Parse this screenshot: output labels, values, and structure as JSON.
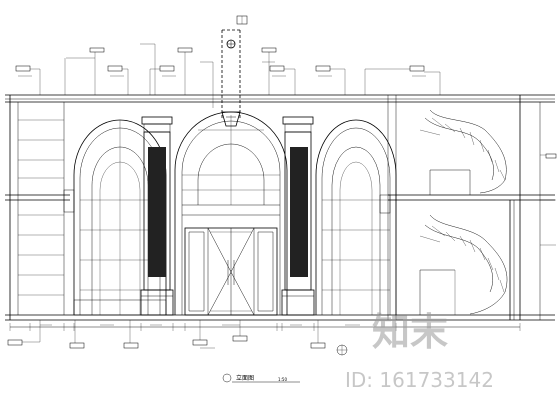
{
  "title": "立面图",
  "scale": "1:50",
  "watermark": {
    "brand": "知末",
    "id_label": "ID: 161733142"
  },
  "colors": {
    "line": "#000000",
    "background": "#ffffff",
    "watermark": "#9a9a9a"
  }
}
